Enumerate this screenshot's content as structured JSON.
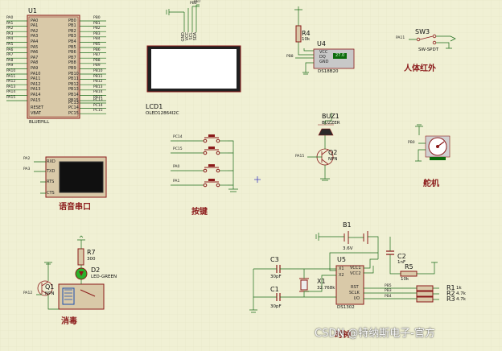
{
  "u1": {
    "ref": "U1",
    "name": "BLUEPILL",
    "left_pins": [
      "PA0",
      "PA1",
      "PA2",
      "PA3",
      "PA4",
      "PA5",
      "PA6",
      "PA7",
      "PA8",
      "PA9",
      "PA10",
      "PA11",
      "PA12",
      "PA13",
      "PA14",
      "PA15",
      "RESET",
      "VBAT"
    ],
    "right_pins": [
      "PB0",
      "PB1",
      "PB2",
      "PB3",
      "PB4",
      "PB5",
      "PB6",
      "PB7",
      "PB8",
      "PB9",
      "PB10",
      "PB11",
      "PB12",
      "PB13",
      "PB14",
      "PB15",
      "PC13",
      "PC14",
      "PC15"
    ],
    "left_nets": [
      "PA0",
      "PA1",
      "PA2",
      "PA3",
      "PA4",
      "PA5",
      "PA6",
      "PA7",
      "PA8",
      "PA9",
      "PA10",
      "PA11",
      "PA12",
      "PA13",
      "PA14",
      "PA15"
    ],
    "right_nets": [
      "PB0",
      "PB1",
      "PB2",
      "PB3",
      "PB4",
      "PB5",
      "PB6",
      "PB7",
      "PB8",
      "PB9",
      "PB10",
      "PB11",
      "PB12",
      "PB13",
      "PB14",
      "PB15",
      "PC13",
      "PC14",
      "PC15"
    ]
  },
  "lcd": {
    "ref": "LCD1",
    "name": "OLED12864I2C",
    "pins": [
      "GND",
      "VCC",
      "SCL",
      "SDA"
    ],
    "nets": [
      "PB6",
      "PB7"
    ]
  },
  "u4": {
    "ref": "U4",
    "name": "DS18B20",
    "pins": [
      "VCC",
      "DQ",
      "GND"
    ],
    "display": "27.0",
    "r4_ref": "R4",
    "r4_val": "10k",
    "net": "PB8"
  },
  "sw3": {
    "ref": "SW3",
    "name": "SW-SPDT",
    "net": "PA11",
    "label": "人体红外"
  },
  "speech": {
    "pins": [
      "RXD",
      "TXD",
      "RTS",
      "CTS"
    ],
    "nets": [
      "PA2",
      "PA3"
    ],
    "label": "语音串口"
  },
  "buzzer": {
    "ref": "BUZ1",
    "name": "BUZZER",
    "q_ref": "Q2",
    "q_type": "NPN",
    "net": "PA15"
  },
  "servo": {
    "net": "PB0",
    "label": "舵机"
  },
  "keys": {
    "nets": [
      "PC14",
      "PC15",
      "PA0",
      "PA1"
    ],
    "label": "按键"
  },
  "disinfect": {
    "r_ref": "R7",
    "r_val": "300",
    "led_ref": "D2",
    "led_name": "LED-GREEN",
    "q_ref": "Q1",
    "q_type": "NPN",
    "net": "PA12",
    "label": "消毒"
  },
  "rtc": {
    "ref": "U5",
    "name": "DS1302",
    "pins_left": [
      "X1",
      "X2"
    ],
    "pins_right": [
      "VCC1",
      "VCC2",
      "RST",
      "SCLK",
      "I/O"
    ],
    "nets": [
      "PB5",
      "PB3",
      "PB4"
    ],
    "b1_ref": "B1",
    "b1_val": "3.6V",
    "c1_ref": "C1",
    "c1_val": "30pF",
    "c2_ref": "C2",
    "c2_val": "1nF",
    "c3_ref": "C3",
    "c3_val": "30pF",
    "x1_ref": "X1",
    "x1_val": "32.768k",
    "r5_ref": "R5",
    "r5_val": "10k",
    "r1_ref": "R1",
    "r1_val": "1k",
    "r2_ref": "R2",
    "r2_val": "4.7k",
    "r3_ref": "R3",
    "r3_val": "4.7k",
    "label": "时钟"
  },
  "watermark": "CSDN @特纳斯电子-官方",
  "colors": {
    "background": "#f0f0d4",
    "wire": "#1a6b1a",
    "component": "#8b1a1a",
    "label": "#8b1a1a"
  }
}
